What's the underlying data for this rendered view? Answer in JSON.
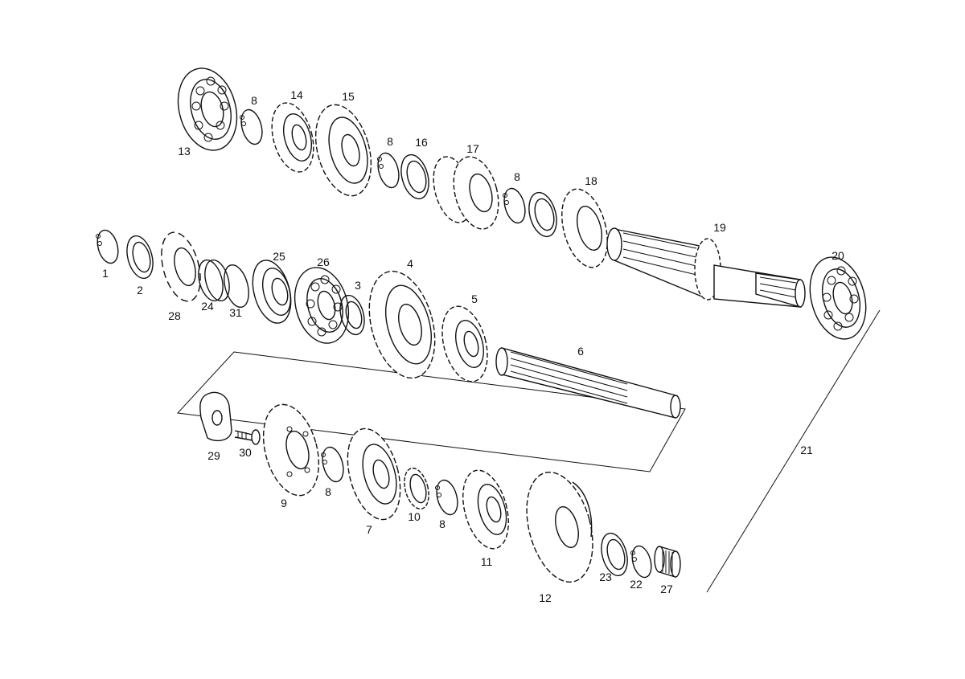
{
  "diagram": {
    "labels": {
      "p1": "1",
      "p2": "2",
      "p3": "3",
      "p4": "4",
      "p5": "5",
      "p6": "6",
      "p7": "7",
      "p8a": "8",
      "p8b": "8",
      "p8c": "8",
      "p8d": "8",
      "p8e": "8",
      "p9": "9",
      "p10": "10",
      "p11": "11",
      "p12": "12",
      "p13": "13",
      "p14": "14",
      "p15": "15",
      "p16": "16",
      "p17": "17",
      "p18": "18",
      "p19": "19",
      "p20": "20",
      "p21": "21",
      "p22": "22",
      "p23": "23",
      "p24": "24",
      "p25": "25",
      "p26": "26",
      "p27": "27",
      "p28": "28",
      "p29": "29",
      "p30": "30",
      "p31": "31"
    }
  }
}
